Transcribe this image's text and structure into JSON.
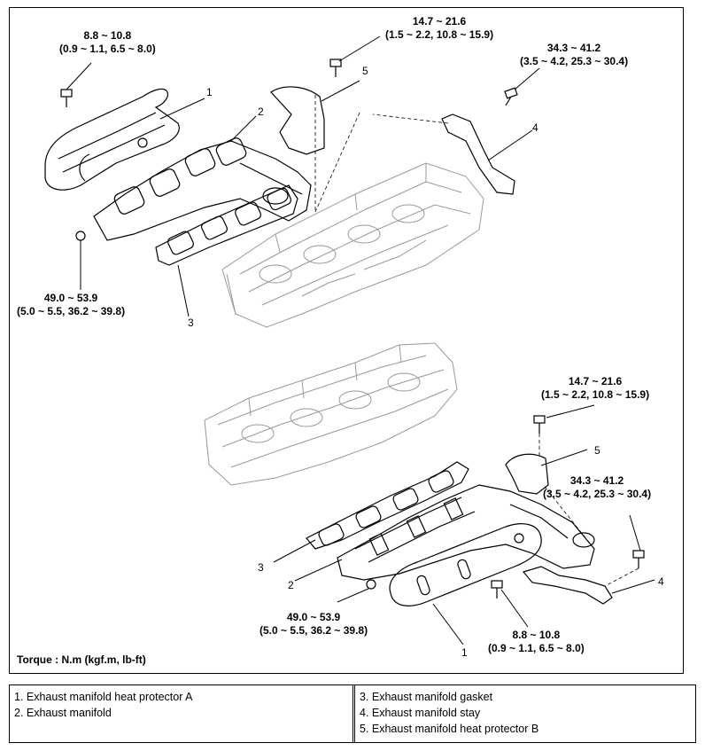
{
  "torque_note": "Torque : N.m (kgf.m, lb-ft)",
  "torque_labels": {
    "top_left_bolt": {
      "l1": "8.8 ~ 10.8",
      "l2": "(0.9 ~ 1.1, 6.5 ~ 8.0)"
    },
    "top_mid_bolt": {
      "l1": "14.7 ~ 21.6",
      "l2": "(1.5 ~ 2.2, 10.8 ~ 15.9)"
    },
    "top_right_bolt": {
      "l1": "34.3 ~ 41.2",
      "l2": "(3.5 ~ 4.2, 25.3 ~ 30.4)"
    },
    "top_nut": {
      "l1": "49.0 ~ 53.9",
      "l2": "(5.0 ~ 5.5, 36.2 ~ 39.8)"
    },
    "bot_upper_bolt": {
      "l1": "14.7 ~ 21.6",
      "l2": "(1.5 ~ 2.2, 10.8 ~ 15.9)"
    },
    "bot_right_bolt": {
      "l1": "34.3 ~ 41.2",
      "l2": "(3.5 ~ 4.2, 25.3 ~ 30.4)"
    },
    "bot_nut": {
      "l1": "49.0 ~ 53.9",
      "l2": "(5.0 ~ 5.5, 36.2 ~ 39.8)"
    },
    "bot_lower_bolt": {
      "l1": "8.8 ~ 10.8",
      "l2": "(0.9 ~ 1.1, 6.5 ~ 8.0)"
    }
  },
  "callouts": {
    "top": {
      "c1": "1",
      "c2": "2",
      "c3": "3",
      "c4": "4",
      "c5": "5"
    },
    "bottom": {
      "c1": "1",
      "c2": "2",
      "c3": "3",
      "c4": "4",
      "c5": "5"
    }
  },
  "legend": {
    "left": [
      "1. Exhaust manifold heat protector A",
      "2. Exhaust manifold"
    ],
    "right": [
      "3. Exhaust manifold gasket",
      "4. Exhaust manifold stay",
      "5. Exhaust manifold heat protector B"
    ]
  }
}
